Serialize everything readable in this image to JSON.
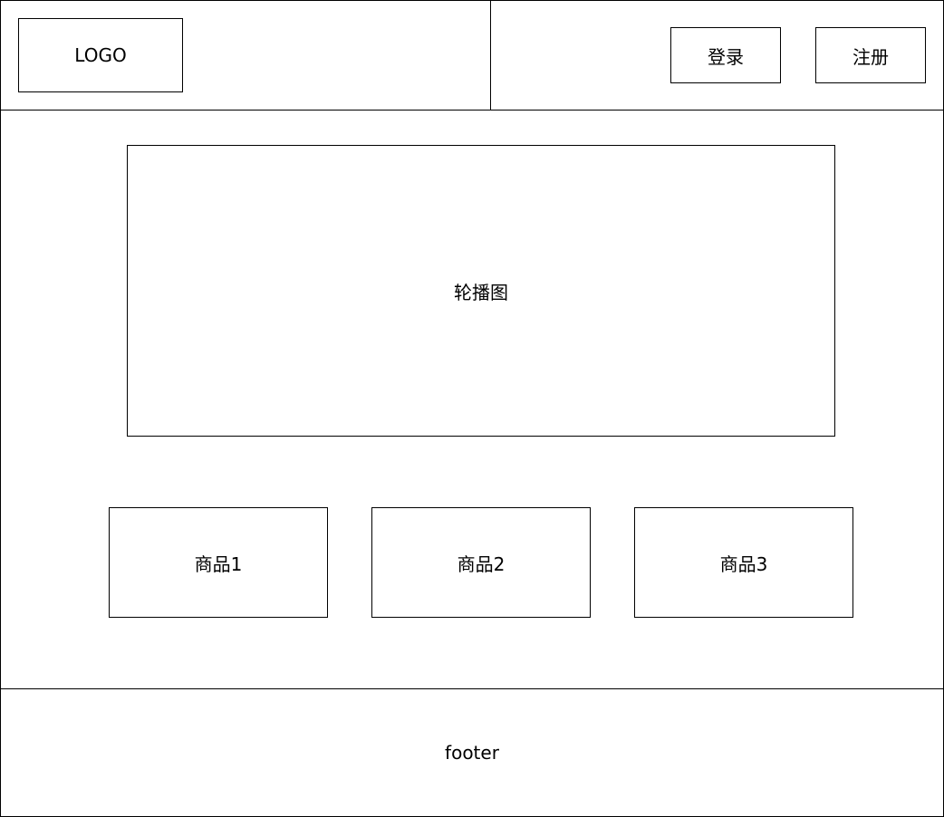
{
  "header": {
    "logo": "LOGO",
    "login_label": "登录",
    "register_label": "注册"
  },
  "main": {
    "carousel_label": "轮播图",
    "products": [
      {
        "label": "商品1"
      },
      {
        "label": "商品2"
      },
      {
        "label": "商品3"
      }
    ]
  },
  "footer": {
    "label": "footer"
  }
}
